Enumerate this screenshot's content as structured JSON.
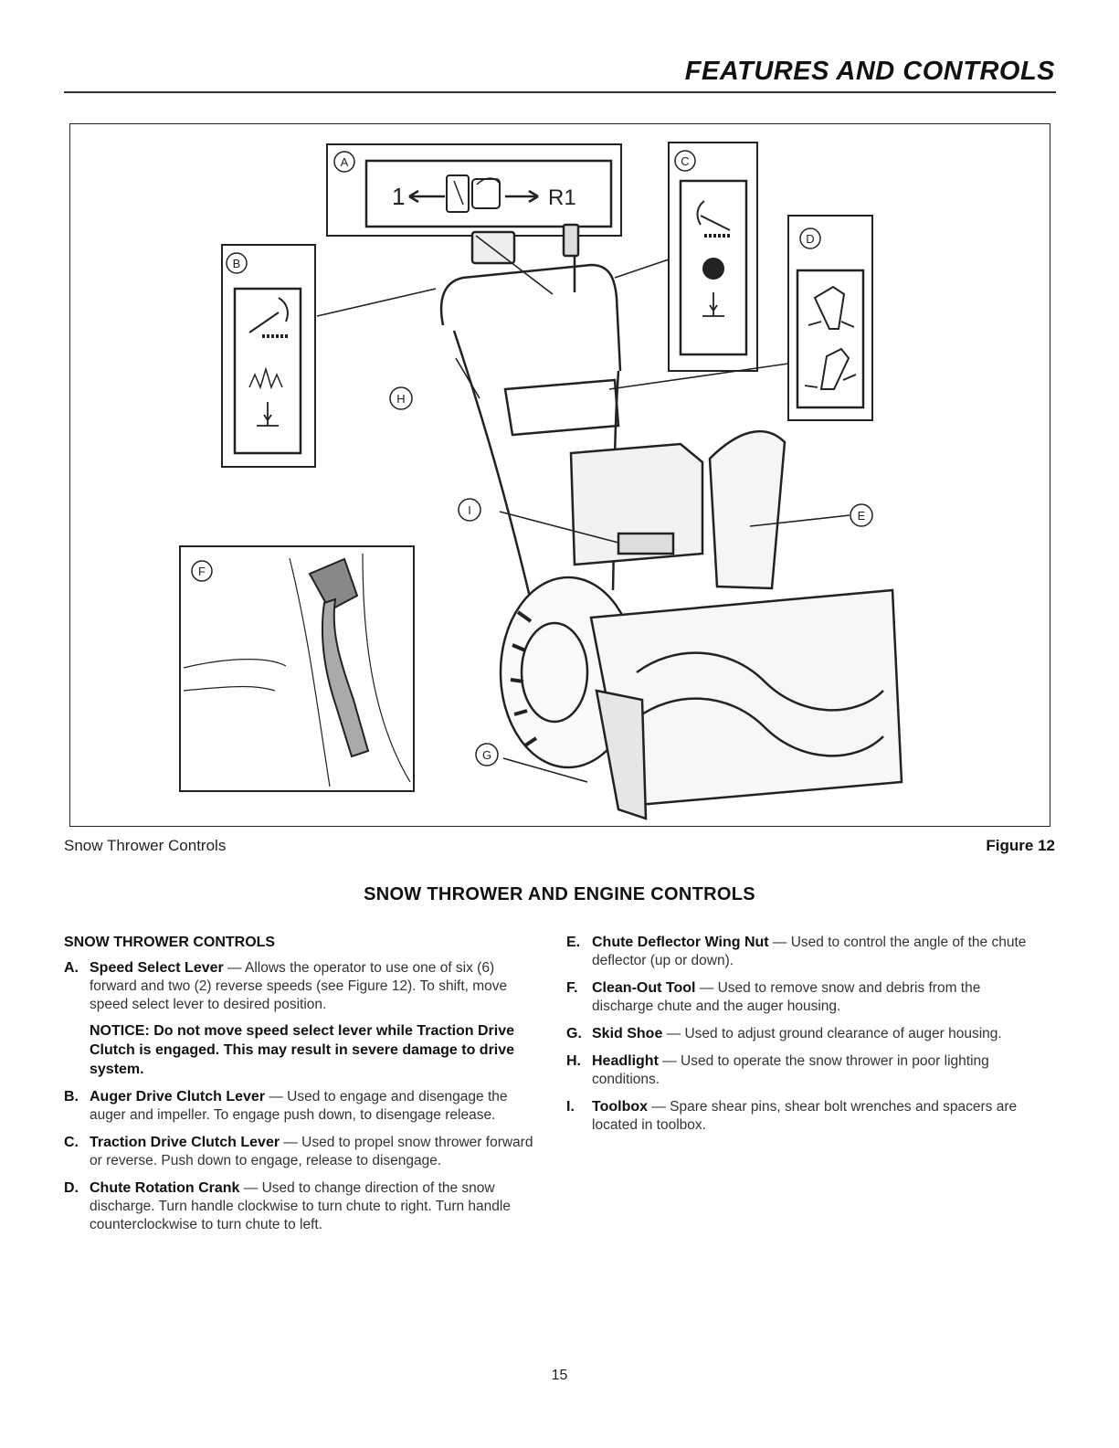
{
  "header": {
    "title": "FEATURES AND CONTROLS"
  },
  "figure": {
    "labels": {
      "a": "A",
      "b": "B",
      "c": "C",
      "d": "D",
      "e": "E",
      "f": "F",
      "g": "G",
      "h": "H",
      "i": "I"
    },
    "speed_panel": {
      "forward": "1",
      "reverse": "R1"
    },
    "caption": "Snow Thrower Controls",
    "number": "Figure 12"
  },
  "section_heading": "SNOW THROWER AND ENGINE CONTROLS",
  "left_column": {
    "heading": "SNOW THROWER CONTROLS",
    "items": [
      {
        "letter": "A.",
        "term": "Speed Select Lever",
        "text": " — Allows the operator to use one of six (6) forward and two (2) reverse speeds (see Figure 12). To shift, move speed select lever to desired position."
      },
      {
        "letter": "B.",
        "term": "Auger Drive Clutch Lever",
        "text": " — Used to engage and disengage the auger and impeller. To engage push down, to disengage release."
      },
      {
        "letter": "C.",
        "term": "Traction Drive Clutch Lever",
        "text": " — Used to propel snow thrower forward or reverse. Push down to engage, release to disengage."
      },
      {
        "letter": "D.",
        "term": "Chute Rotation Crank",
        "text": " — Used to change direction of the snow discharge. Turn handle clockwise to turn chute to right. Turn handle counterclockwise to turn chute to left."
      }
    ],
    "notice": "NOTICE: Do not move speed select lever while Traction Drive Clutch is engaged. This may result in severe damage to drive system."
  },
  "right_column": {
    "items": [
      {
        "letter": "E.",
        "term": "Chute Deflector Wing Nut",
        "text": " — Used to control the angle of the chute deflector (up or down)."
      },
      {
        "letter": "F.",
        "term": "Clean-Out Tool",
        "text": " — Used to remove snow and debris from the discharge chute and the auger housing."
      },
      {
        "letter": "G.",
        "term": "Skid Shoe",
        "text": " — Used to adjust ground clearance of auger housing."
      },
      {
        "letter": "H.",
        "term": "Headlight",
        "text": " — Used to operate the snow thrower in poor lighting conditions."
      },
      {
        "letter": "I.",
        "term": "Toolbox",
        "text": " — Spare shear pins, shear bolt wrenches and spacers are located in toolbox."
      }
    ]
  },
  "page_number": "15"
}
